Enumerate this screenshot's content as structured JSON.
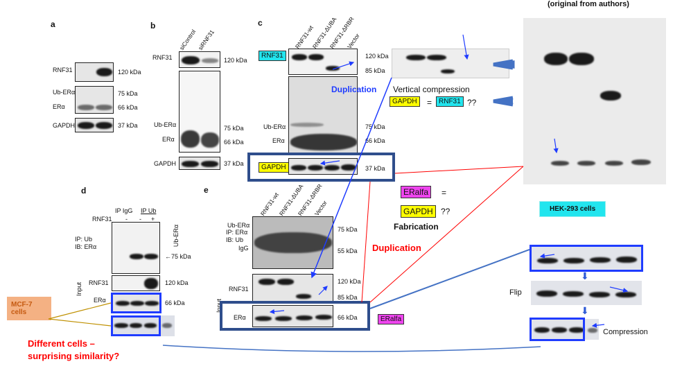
{
  "header": {
    "original_caption": "(original from authors)"
  },
  "panel_a": {
    "letter": "a",
    "rows": [
      {
        "label": "RNF31",
        "kda": "120 kDa"
      },
      {
        "label": "Ub-ERα",
        "kda": "75 kDa"
      },
      {
        "label": "ERα",
        "kda": "66 kDa"
      },
      {
        "label": "GAPDH",
        "kda": "37 kDa"
      }
    ]
  },
  "panel_b": {
    "letter": "b",
    "lanes": [
      "siControl",
      "siRNF31"
    ],
    "rows": [
      {
        "label": "RNF31",
        "kda": "120 kDa"
      },
      {
        "label": "Ub-ERα",
        "kda": "75 kDa"
      },
      {
        "label": "ERα",
        "kda": "66 kDa"
      },
      {
        "label": "GAPDH",
        "kda": "37 kDa"
      }
    ]
  },
  "panel_c": {
    "letter": "c",
    "lanes": [
      "RNF31-wt",
      "RNF31-ΔUBA",
      "RNF31-ΔRBR",
      "Vector"
    ],
    "rnf31_tag": "RNF31",
    "kda": [
      "120 kDa",
      "85 kDa",
      "75 kDa",
      "66 kDa",
      "37 kDa"
    ],
    "ub_label": "Ub-ERα",
    "er_label": "ERα",
    "gapdh_tag": "GAPDH"
  },
  "panel_d": {
    "letter": "d",
    "ip_igg": "IP IgG",
    "ip_ub": "IP Ub",
    "rnf31_label": "RNF31",
    "signs": [
      "-",
      "-",
      "+"
    ],
    "ip_text": [
      "IP: Ub",
      "IB: ERα"
    ],
    "ub_er": "Ub-ERα",
    "kda75": "←75 kDa",
    "rnf31_row": "RNF31",
    "kda120": "120 kDa",
    "er_row": "ERα",
    "kda66": "66 kDa",
    "input": "Input"
  },
  "panel_e": {
    "letter": "e",
    "lanes": [
      "RNF31-wt",
      "RNF31-ΔUBA",
      "RNF31-ΔRBR",
      "Vector"
    ],
    "ip_text": [
      "IP: ERα",
      "IB: Ub"
    ],
    "ub_er": "Ub-ERα",
    "igg": "IgG",
    "kda": [
      "75 kDa",
      "55 kDa",
      "120 kDa",
      "85 kDa",
      "66 kDa"
    ],
    "rnf31_row": "RNF31",
    "er_row": "ERα",
    "input": "Input"
  },
  "annotations": {
    "duplication_blue": "Duplication",
    "vertical_compression": "Vertical compression",
    "gapdh": "GAPDH",
    "equals": "=",
    "rnf31": "RNF31",
    "qq": "??",
    "hek": "HEK-293 cells",
    "eralfa": "ERalfa",
    "fabrication": "Fabrication",
    "duplication_red": "Duplication",
    "eralfa_tag": "ERalfa",
    "flip": "Flip",
    "compression": "Compression",
    "mcf7": "MCF-7 cells",
    "different_cells": "Different cells –",
    "surprising": "surprising similarity?"
  },
  "colors": {
    "cyan": "#22e5ee",
    "yellow": "#ffff00",
    "magenta": "#ee44ee",
    "orange": "#f4b183",
    "blue": "#1f3cff",
    "darkblue": "#2f4e8c",
    "red": "#ff0000"
  }
}
